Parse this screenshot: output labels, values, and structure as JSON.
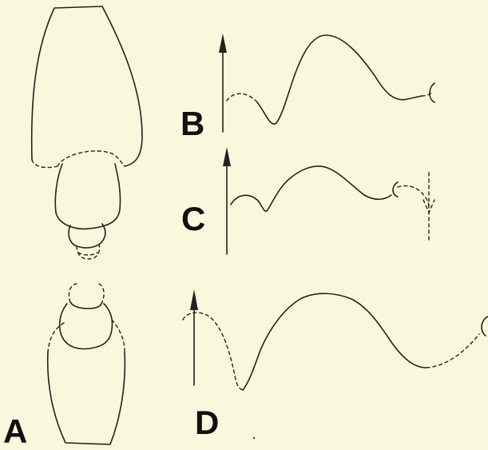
{
  "labels": {
    "a": "A",
    "b": "B",
    "c": "C",
    "d": "D"
  },
  "colors": {
    "background": "#faf8dc",
    "ink": "#222222"
  }
}
